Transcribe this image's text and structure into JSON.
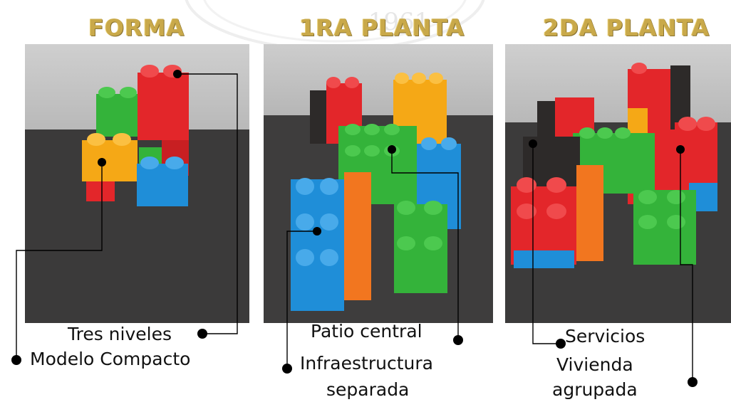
{
  "titles": {
    "forma": "FORMA",
    "primera": "1RA PLANTA",
    "segunda": "2DA PLANTA"
  },
  "watermark_text": "1961",
  "captions": {
    "tres_niveles": "Tres niveles",
    "modelo_compacto": "Modelo Compacto",
    "patio_central": "Patio central",
    "infraestructura_1": "Infraestructura",
    "infraestructura_2": "separada",
    "servicios": "Servicios",
    "vivienda_1": "Vivienda",
    "vivienda_2": "agrupada"
  },
  "colors": {
    "title_gold": "#c9a94a",
    "brick_red": "#e3262a",
    "brick_green": "#34b33a",
    "brick_yellow": "#f5a816",
    "brick_blue": "#1f8ed8",
    "brick_black": "#2d2a29",
    "brick_orange": "#f2761f",
    "leader_line": "#000000"
  }
}
